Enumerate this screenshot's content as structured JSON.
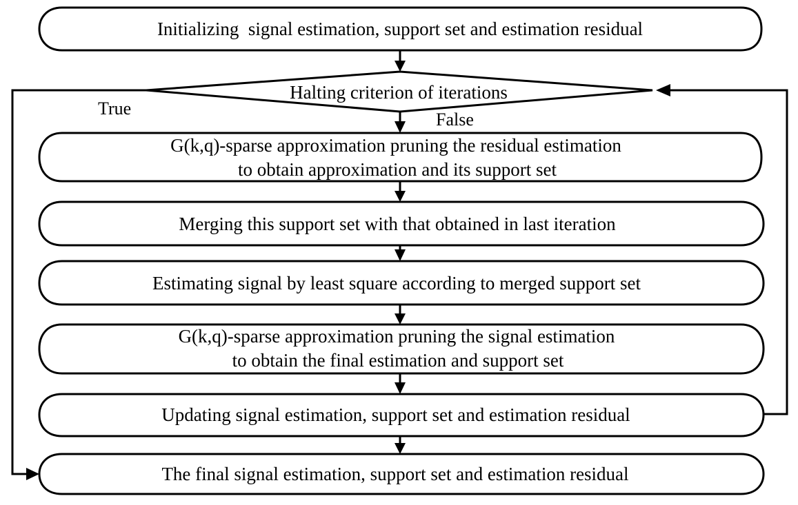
{
  "diagram": {
    "init_box": {
      "text": "Initializing  signal estimation, support set and estimation residual"
    },
    "decision": {
      "text": "Halting criterion of iterations",
      "true_label": "True",
      "false_label": "False"
    },
    "approx_box": {
      "line1": "G(k,q)-sparse approximation pruning the residual estimation",
      "line2": "to obtain approximation and its support set"
    },
    "merge_box": {
      "text": "Merging this support set with that obtained in last iteration"
    },
    "estimate_box": {
      "text": "Estimating signal by least square according to merged support set"
    },
    "prune_box": {
      "line1": "G(k,q)-sparse approximation pruning the signal estimation",
      "line2": "to obtain the final estimation and support set"
    },
    "update_box": {
      "text": "Updating signal estimation, support set and estimation residual"
    },
    "final_box": {
      "text": "The final signal estimation, support set and estimation residual"
    }
  }
}
